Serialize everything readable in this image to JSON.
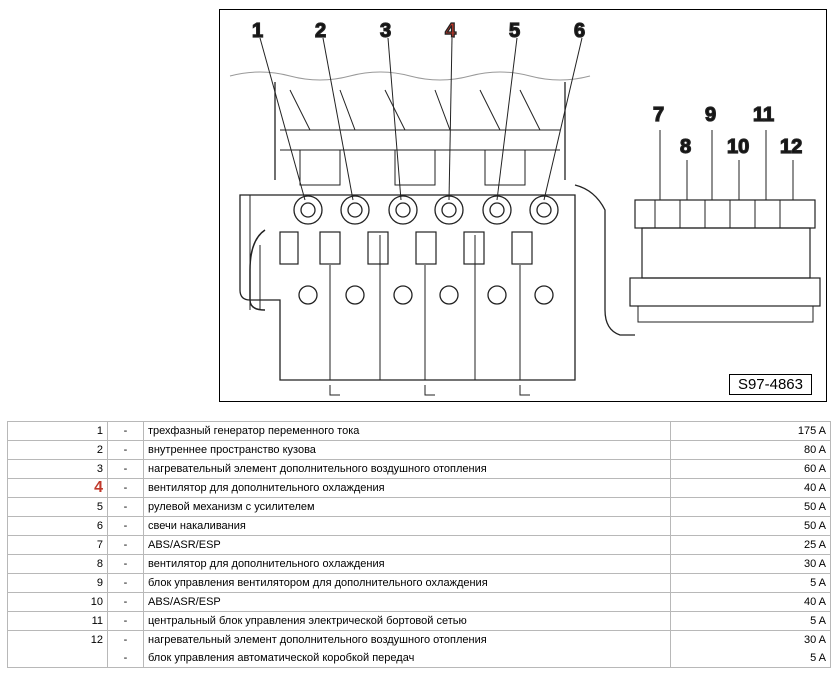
{
  "diagram": {
    "callouts": [
      "1",
      "2",
      "3",
      "4",
      "5",
      "6",
      "7",
      "8",
      "9",
      "10",
      "11",
      "12"
    ],
    "highlight_callout": "4",
    "code": "S97-4863",
    "highlight_color": "#c0392b"
  },
  "table": {
    "rows": [
      {
        "num": "1",
        "dash": "-",
        "desc": "трехфазный генератор переменного тока",
        "amp": "175 A"
      },
      {
        "num": "2",
        "dash": "-",
        "desc": "внутреннее пространство кузова",
        "amp": "80 A"
      },
      {
        "num": "3",
        "dash": "-",
        "desc": "нагревательный элемент дополнительного воздушного отопления",
        "amp": "60 A"
      },
      {
        "num": "4",
        "dash": "-",
        "desc": "вентилятор для дополнительного охлаждения",
        "amp": "40 A"
      },
      {
        "num": "5",
        "dash": "-",
        "desc": "рулевой механизм с усилителем",
        "amp": "50 A"
      },
      {
        "num": "6",
        "dash": "-",
        "desc": "свечи накаливания",
        "amp": "50 A"
      },
      {
        "num": "7",
        "dash": "-",
        "desc": "ABS/ASR/ESP",
        "amp": "25 A"
      },
      {
        "num": "8",
        "dash": "-",
        "desc": "вентилятор для дополнительного охлаждения",
        "amp": "30 A"
      },
      {
        "num": "9",
        "dash": "-",
        "desc": "блок управления вентилятором для дополнительного охлаждения",
        "amp": "5 A"
      },
      {
        "num": "10",
        "dash": "-",
        "desc": "ABS/ASR/ESP",
        "amp": "40 A"
      },
      {
        "num": "11",
        "dash": "-",
        "desc": "центральный блок управления электрической бортовой сетью",
        "amp": "5 A"
      },
      {
        "num": "12",
        "dash": "-",
        "desc": "нагревательный элемент дополнительного воздушного отопления",
        "amp": "30 A"
      },
      {
        "num": "",
        "dash": "-",
        "desc": "блок управления автоматической коробкой передач",
        "amp": "5 A"
      }
    ]
  }
}
